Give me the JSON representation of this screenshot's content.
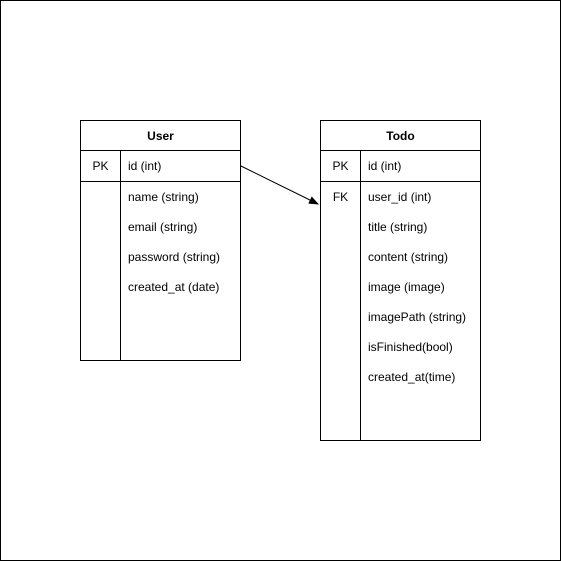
{
  "entities": {
    "user": {
      "title": "User",
      "pk": {
        "key": "PK",
        "field": "id (int)"
      },
      "fields": [
        "name (string)",
        "email (string)",
        "password (string)",
        "created_at (date)"
      ]
    },
    "todo": {
      "title": "Todo",
      "pk": {
        "key": "PK",
        "field": "id (int)"
      },
      "fk": {
        "key": "FK",
        "field": "user_id (int)"
      },
      "fields": [
        "title (string)",
        "content (string)",
        "image (image)",
        "imagePath (string)",
        "isFinished(bool)",
        "created_at(time)"
      ]
    }
  },
  "colors": {
    "stroke": "#000000",
    "background": "#ffffff"
  }
}
